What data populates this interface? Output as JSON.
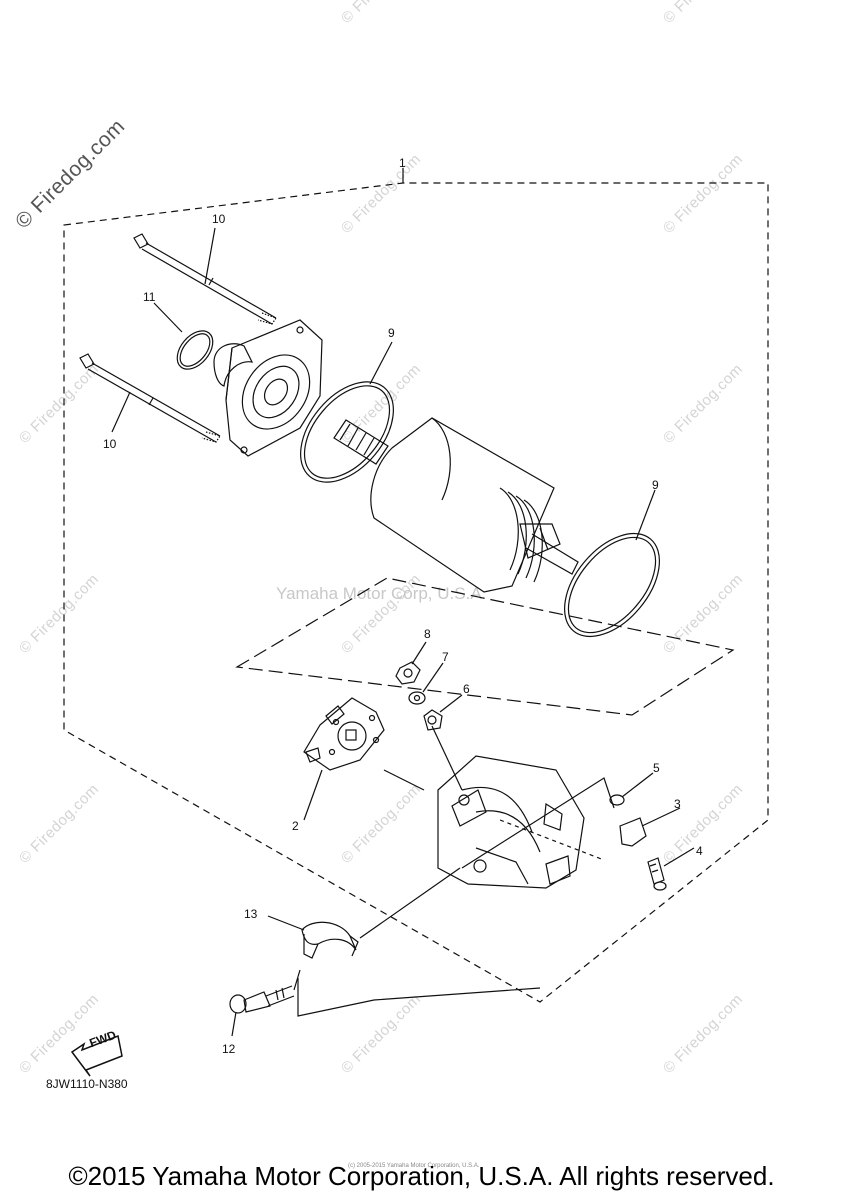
{
  "watermark": "© Firedog.com",
  "center_watermark": "Yamaha Motor Corp, U.S.A.",
  "callouts": {
    "c1": "1",
    "c2": "2",
    "c3": "3",
    "c4": "4",
    "c5": "5",
    "c6": "6",
    "c7": "7",
    "c8": "8",
    "c9a": "9",
    "c9b": "9",
    "c10a": "10",
    "c10b": "10",
    "c11": "11",
    "c12": "12",
    "c13": "13"
  },
  "fwd_label": "FWD",
  "diagram_code": "8JW1110-N380",
  "tiny_copyright": "(c) 2005-2015 Yamaha Motor Corporation, U.S.A.",
  "copyright": "©2015 Yamaha Motor Corporation, U.S.A. All rights reserved."
}
